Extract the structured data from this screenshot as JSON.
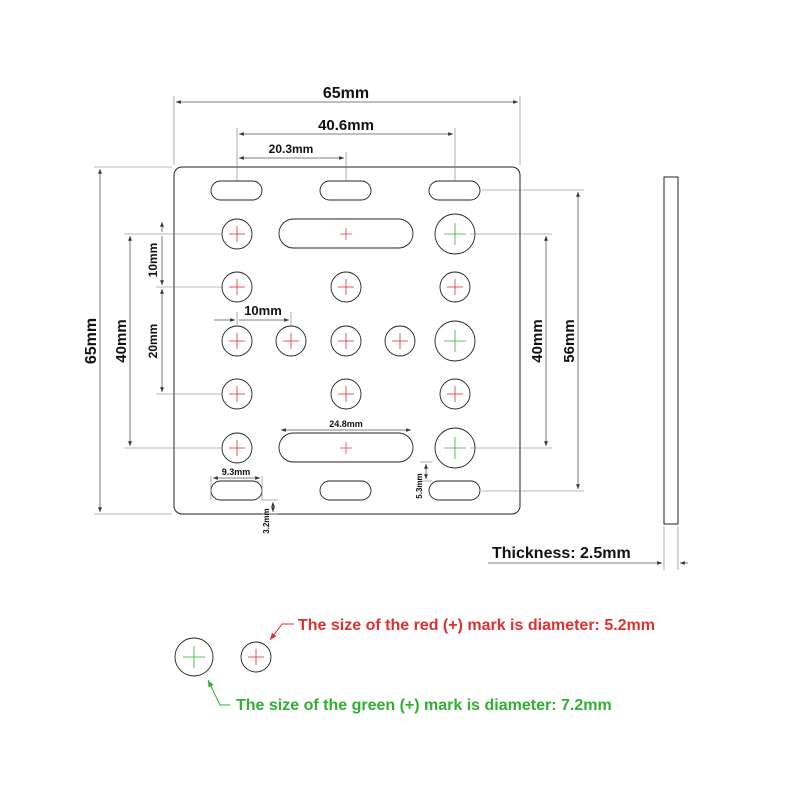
{
  "dimensions": {
    "width_overall": "65mm",
    "width_outer_holes": "40.6mm",
    "width_half": "20.3mm",
    "height_overall": "65mm",
    "height_inner_left": "40mm",
    "spacing_20": "20mm",
    "spacing_10_vertical": "10mm",
    "spacing_10_horizontal": "10mm",
    "height_inner_right": "40mm",
    "height_slots_right": "56mm",
    "slot_long_length": "24.8mm",
    "slot_short_length": "9.3mm",
    "slot_width": "5.3mm",
    "edge_offset": "3.2mm"
  },
  "thickness_label": "Thickness: 2.5mm",
  "legend": {
    "red_text": "The size of the red (+) mark is diameter: 5.2mm",
    "green_text": "The size of the green (+) mark is diameter: 7.2mm",
    "red_color": "#e03030",
    "green_color": "#30b030"
  }
}
